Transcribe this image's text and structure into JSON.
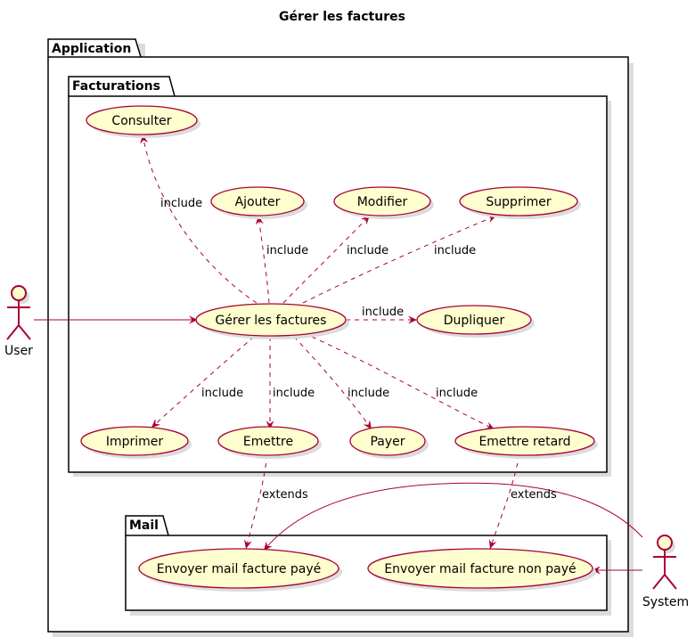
{
  "title": "Gérer les factures",
  "packages": {
    "application": "Application",
    "facturations": "Facturations",
    "mail": "Mail"
  },
  "actors": {
    "user": "User",
    "system": "System"
  },
  "use_cases": {
    "consulter": "Consulter",
    "ajouter": "Ajouter",
    "modifier": "Modifier",
    "supprimer": "Supprimer",
    "gerer": "Gérer les factures",
    "dupliquer": "Dupliquer",
    "imprimer": "Imprimer",
    "emettre": "Emettre",
    "payer": "Payer",
    "emettre_retard": "Emettre retard",
    "mail_paye": "Envoyer mail facture payé",
    "mail_non_paye": "Envoyer mail facture non payé"
  },
  "relations": {
    "include": "include",
    "extends": "extends"
  },
  "colors": {
    "usecase_fill": "#FEFECE",
    "border": "#A80036",
    "shadow": "#dcdcdc"
  }
}
